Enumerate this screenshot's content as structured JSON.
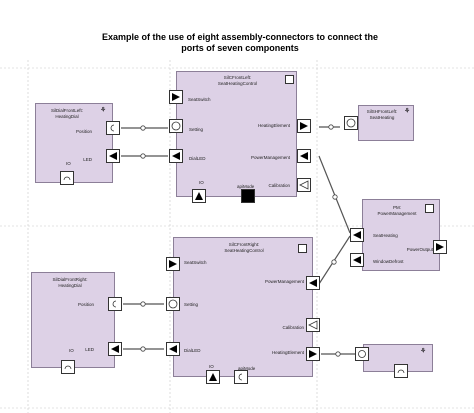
{
  "title": {
    "line1": "Example of the use of eight assembly-connectors to connect the",
    "line2": "ports of seven components"
  },
  "components": {
    "seat_dial_front_left": {
      "line1": "SilDialFrontLeft:",
      "line2": "HeatingDial",
      "ports": {
        "position": "Position",
        "led": "LED",
        "io": "IO"
      }
    },
    "seat_control_front_left": {
      "line1": "SilCFrontLeft:",
      "line2": "SeatHeatingControl",
      "ports": {
        "seat_switch": "SeatSwitch",
        "setting": "Setting",
        "dial_led": "DialLED",
        "heating_element": "HeatingElement",
        "power_management": "PowerManagement",
        "calibration": "Calibration",
        "io": "IO",
        "api_mode": "apiMode"
      }
    },
    "seat_heating_front_left": {
      "line1": "SilSHFrontLeft:",
      "line2": "SeatHeating"
    },
    "power_management": {
      "line1": "PM:",
      "line2": "PowerManagement",
      "ports": {
        "seat_heating": "SeatHeating",
        "power_output": "PowerOutput",
        "window_defrost": "WindowDefrost"
      }
    },
    "seat_control_front_right": {
      "line1": "SilCFrontRight:",
      "line2": "SeatHeatingControl",
      "ports": {
        "seat_switch": "SeatSwitch",
        "setting": "Setting",
        "dial_led": "DialLED",
        "heating_element": "HeatingElement",
        "power_management": "PowerManagement",
        "calibration": "Calibration",
        "io": "IO",
        "api_mode": "apiMode"
      }
    },
    "seat_dial_front_right": {
      "line1": "SilDialFrontRight:",
      "line2": "HeatingDial",
      "ports": {
        "position": "Position",
        "led": "LED",
        "io": "IO"
      }
    }
  },
  "colors": {
    "component_fill": "#ddd1e6",
    "component_border": "#8c7f98",
    "wire": "#555555"
  }
}
